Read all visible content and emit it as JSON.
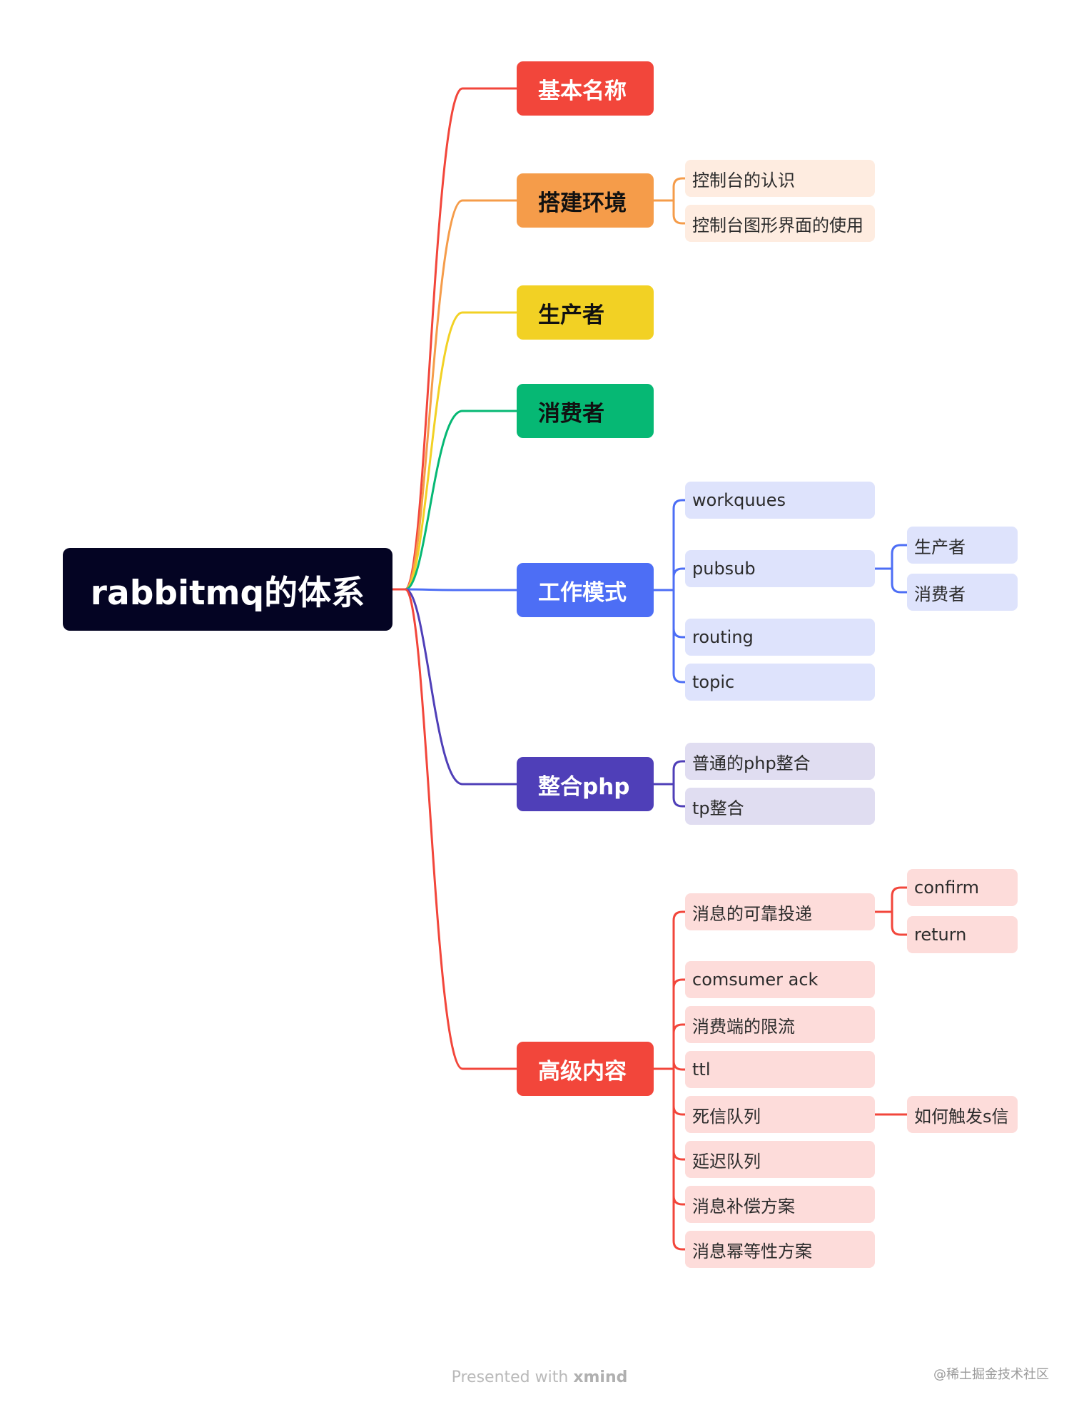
{
  "root": {
    "label": "rabbitmq的体系"
  },
  "branches": [
    {
      "label": "基本名称",
      "color": "#f2463b",
      "text_color": "#ffffff",
      "child_bg": "#fde4e0",
      "children": []
    },
    {
      "label": "搭建环境",
      "color": "#f59c4a",
      "text_color": "#111111",
      "child_bg": "#feece0",
      "children": [
        {
          "label": "控制台的认识"
        },
        {
          "label": "控制台图形界面的使用"
        }
      ]
    },
    {
      "label": "生产者",
      "color": "#f2d124",
      "text_color": "#111111",
      "child_bg": "#fdf5d0",
      "children": []
    },
    {
      "label": "消费者",
      "color": "#06b874",
      "text_color": "#111111",
      "child_bg": "#d6f3e6",
      "children": []
    },
    {
      "label": "工作模式",
      "color": "#4d6ef5",
      "text_color": "#ffffff",
      "child_bg": "#dee3fc",
      "children": [
        {
          "label": "workquues"
        },
        {
          "label": "pubsub",
          "children": [
            {
              "label": "生产者"
            },
            {
              "label": "消费者"
            }
          ]
        },
        {
          "label": "routing"
        },
        {
          "label": "topic"
        }
      ]
    },
    {
      "label": "整合php",
      "color": "#4f3fb8",
      "text_color": "#ffffff",
      "child_bg": "#e0ddf1",
      "children": [
        {
          "label": "普通的php整合"
        },
        {
          "label": "tp整合"
        }
      ]
    },
    {
      "label": "高级内容",
      "color": "#f2463b",
      "text_color": "#ffffff",
      "child_bg": "#fddcda",
      "children": [
        {
          "label": "消息的可靠投递",
          "children": [
            {
              "label": "confirm"
            },
            {
              "label": "return"
            }
          ]
        },
        {
          "label": "comsumer ack"
        },
        {
          "label": "消费端的限流"
        },
        {
          "label": "ttl"
        },
        {
          "label": "死信队列",
          "children": [
            {
              "label": "如何触发s信"
            }
          ]
        },
        {
          "label": "延迟队列"
        },
        {
          "label": "消息补偿方案"
        },
        {
          "label": "消息幂等性方案"
        }
      ]
    }
  ],
  "footer": {
    "presented": "Presented with ",
    "brand": "xmind"
  },
  "watermark": "@稀土掘金技术社区"
}
